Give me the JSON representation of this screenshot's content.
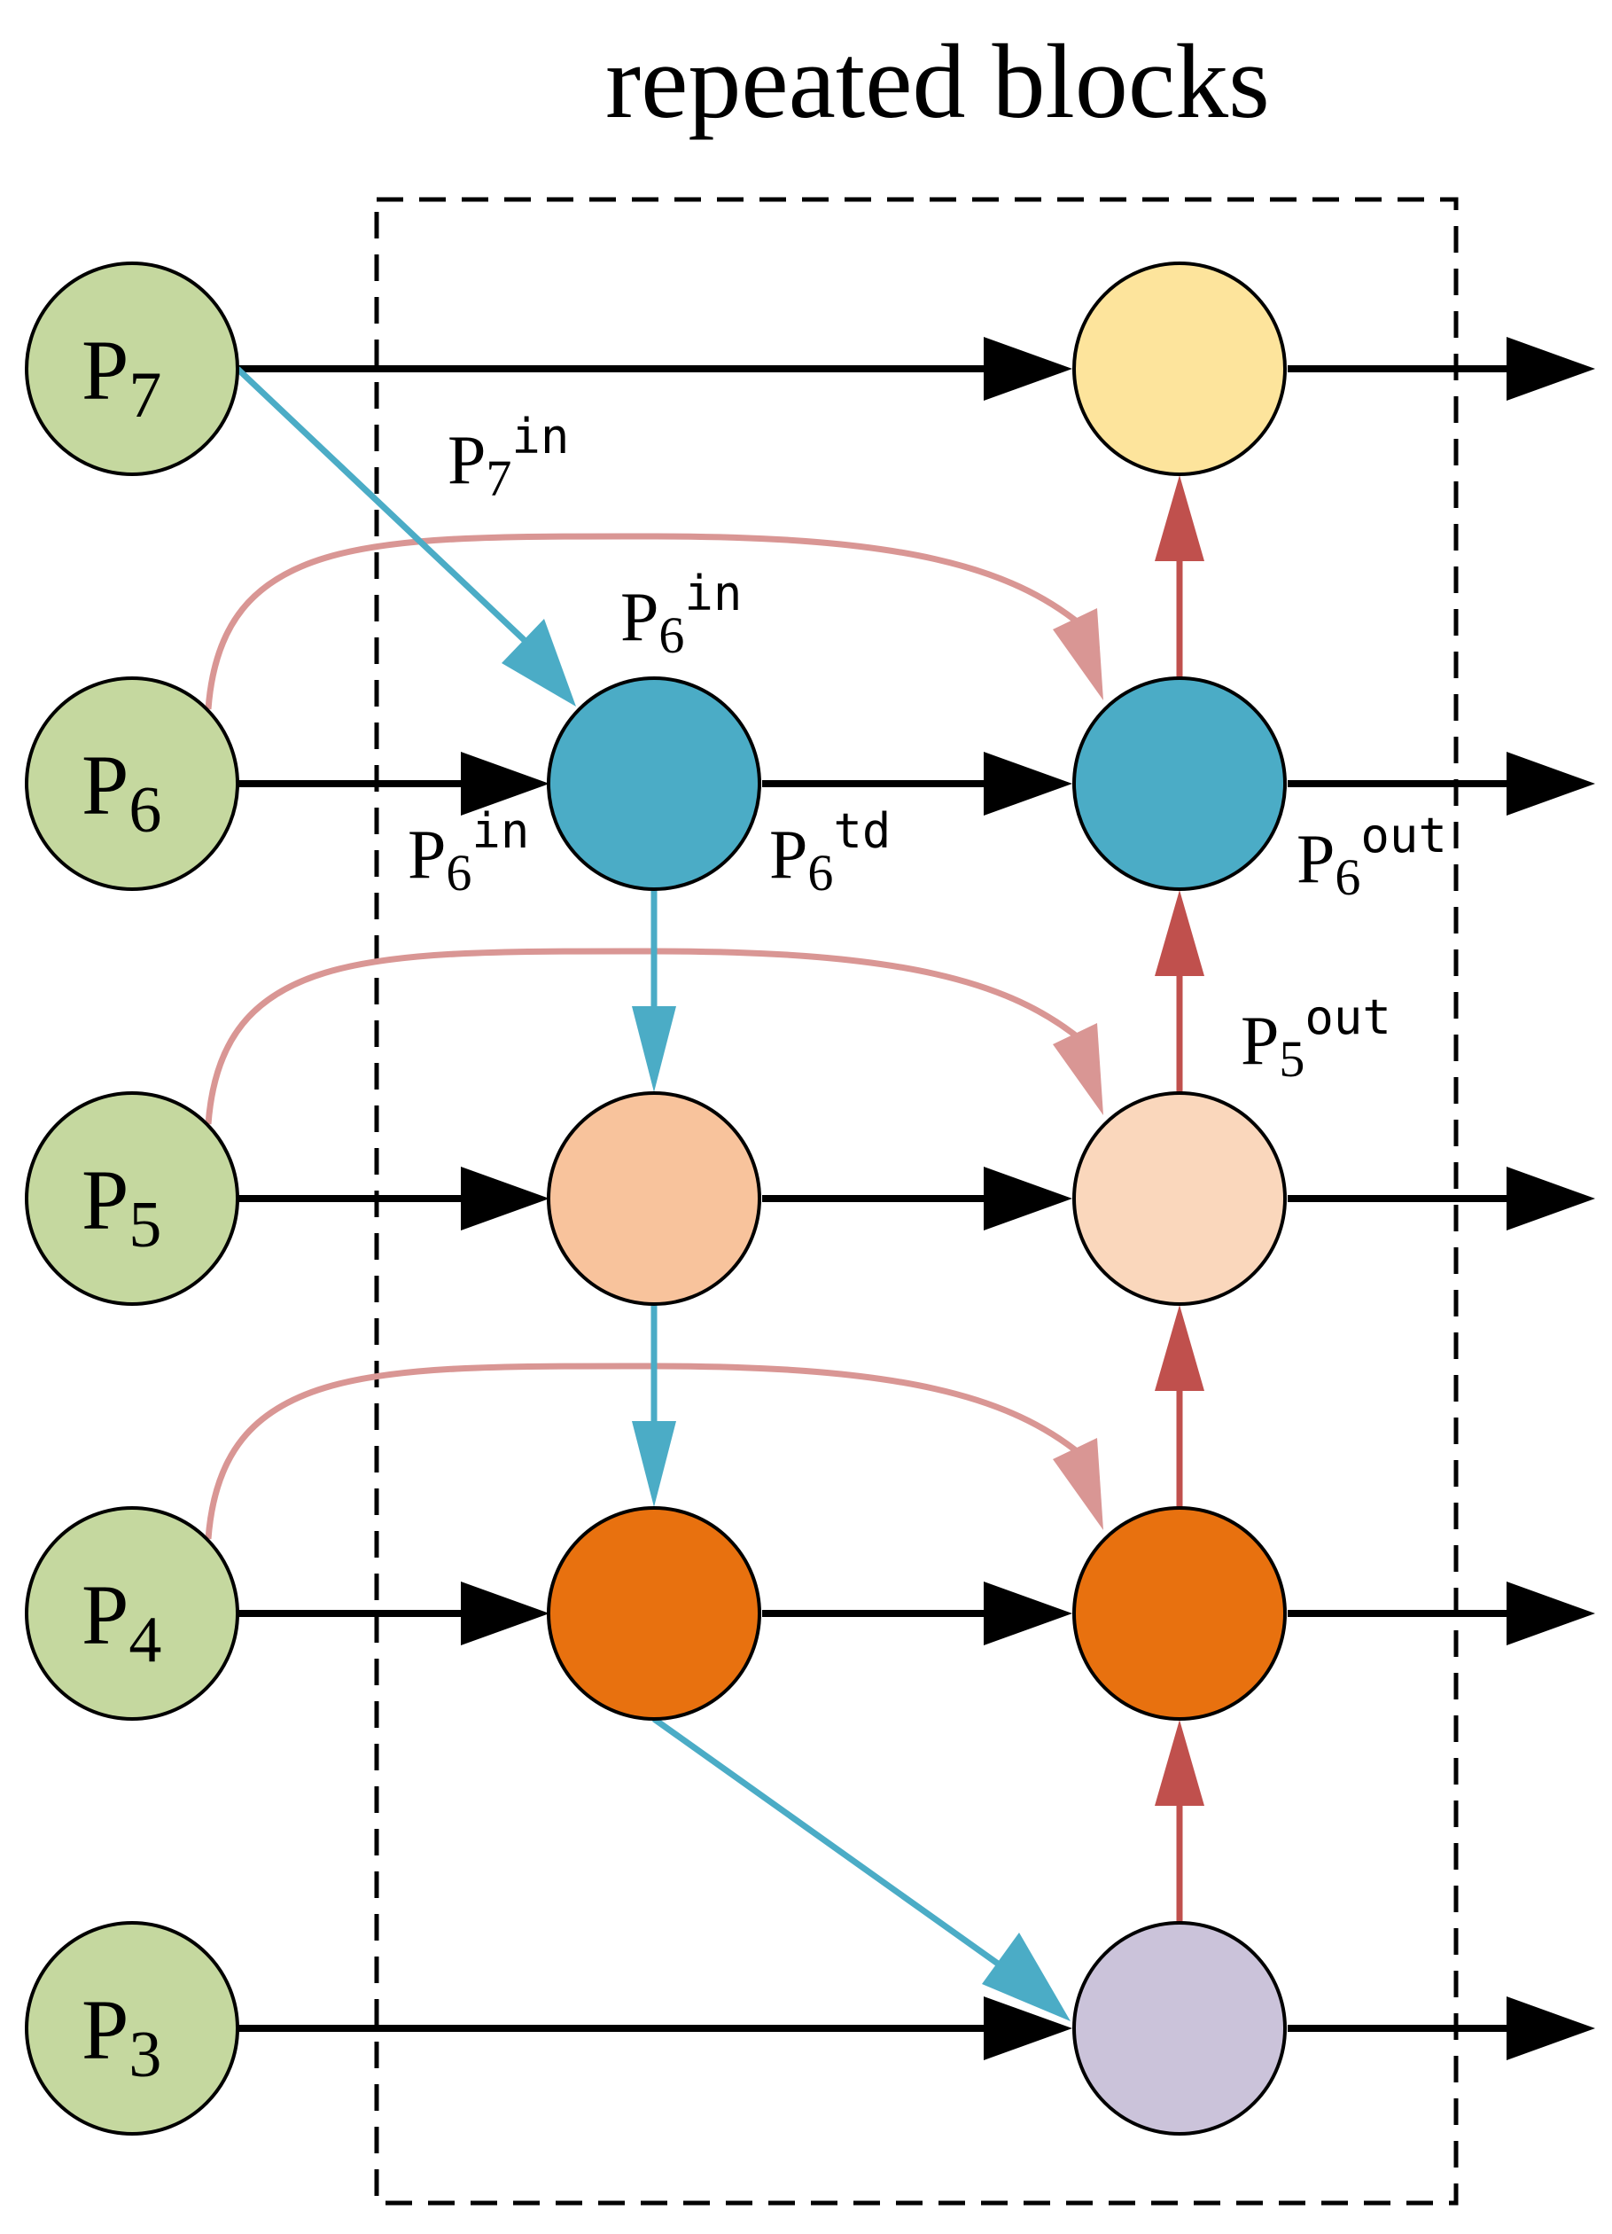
{
  "title": "repeated blocks",
  "colors": {
    "input_node": "#c5d89f",
    "top_node": "#fde49c",
    "p6_node": "#4bacc6",
    "p5_mid_node": "#f8c39c",
    "p5_out_node": "#fad7bc",
    "p4_node": "#e8710f",
    "p3_node": "#cbc3da",
    "topdown_edge": "#4bacc6",
    "bottomup_edge": "#c0504d",
    "skip_edge": "#d99694",
    "lateral_edge": "#000000",
    "box_border": "#000000"
  },
  "inputs": [
    {
      "base": "P",
      "sub": "7"
    },
    {
      "base": "P",
      "sub": "6"
    },
    {
      "base": "P",
      "sub": "5"
    },
    {
      "base": "P",
      "sub": "4"
    },
    {
      "base": "P",
      "sub": "3"
    }
  ],
  "annotations": {
    "p7_in": {
      "base": "P",
      "sub": "7",
      "sup": "in"
    },
    "p6_in_top": {
      "base": "P",
      "sub": "6",
      "sup": "in"
    },
    "p6_in_left": {
      "base": "P",
      "sub": "6",
      "sup": "in"
    },
    "p6_td": {
      "base": "P",
      "sub": "6",
      "sup": "td"
    },
    "p6_out": {
      "base": "P",
      "sub": "6",
      "sup": "out"
    },
    "p5_out": {
      "base": "P",
      "sub": "5",
      "sup": "out"
    }
  }
}
